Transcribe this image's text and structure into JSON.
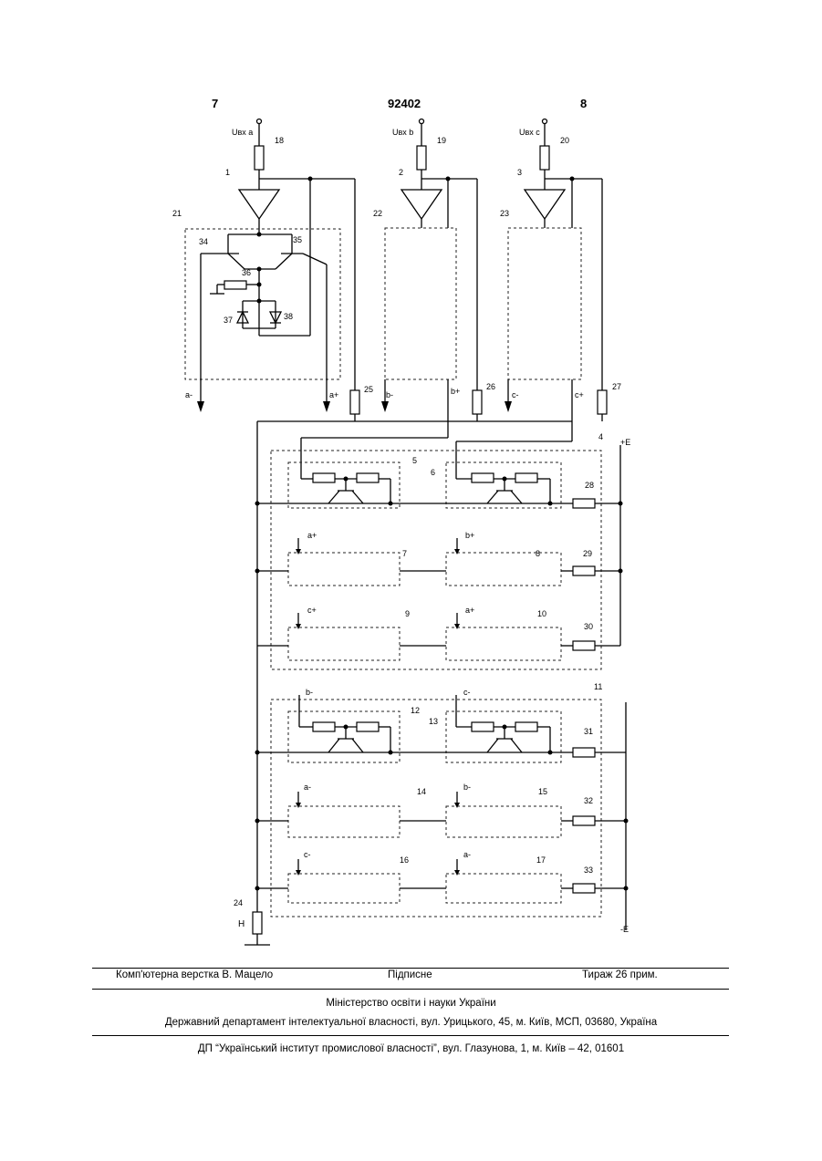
{
  "header": {
    "page_left": "7",
    "patent_number": "92402",
    "page_right": "8"
  },
  "inputs": {
    "a": "Uвх a",
    "b": "Uвх b",
    "c": "Uвх с"
  },
  "buses": {
    "a_minus": "a-",
    "a_plus": "a+",
    "b_minus": "b-",
    "b_plus": "b+",
    "c_minus": "с-",
    "c_plus": "с+"
  },
  "block_signals": {
    "b7": "a+",
    "b8": "b+",
    "b9": "с+",
    "b10": "a+",
    "b12": "b-",
    "b13": "c-",
    "b14": "a-",
    "b15": "b-",
    "b16": "с-",
    "b17": "a-"
  },
  "power": {
    "plus": "+E",
    "minus": "-E",
    "load": "Н"
  },
  "refs": [
    "1",
    "2",
    "3",
    "4",
    "5",
    "6",
    "7",
    "8",
    "9",
    "10",
    "11",
    "12",
    "13",
    "14",
    "15",
    "16",
    "17",
    "18",
    "19",
    "20",
    "21",
    "22",
    "23",
    "24",
    "25",
    "26",
    "27",
    "28",
    "29",
    "30",
    "31",
    "32",
    "33",
    "34",
    "35",
    "36",
    "37",
    "38"
  ],
  "footer": {
    "layout_credit": "Комп'ютерна верстка В. Мацело",
    "signed": "Підписне",
    "circulation": "Тираж 26 прим.",
    "ministry": "Міністерство освіти і науки України",
    "department": "Державний департамент інтелектуальної власності, вул. Урицького, 45, м. Київ, МСП, 03680, Україна",
    "institute": "ДП “Український інститут промислової власності”, вул. Глазунова, 1, м. Київ – 42, 01601"
  }
}
